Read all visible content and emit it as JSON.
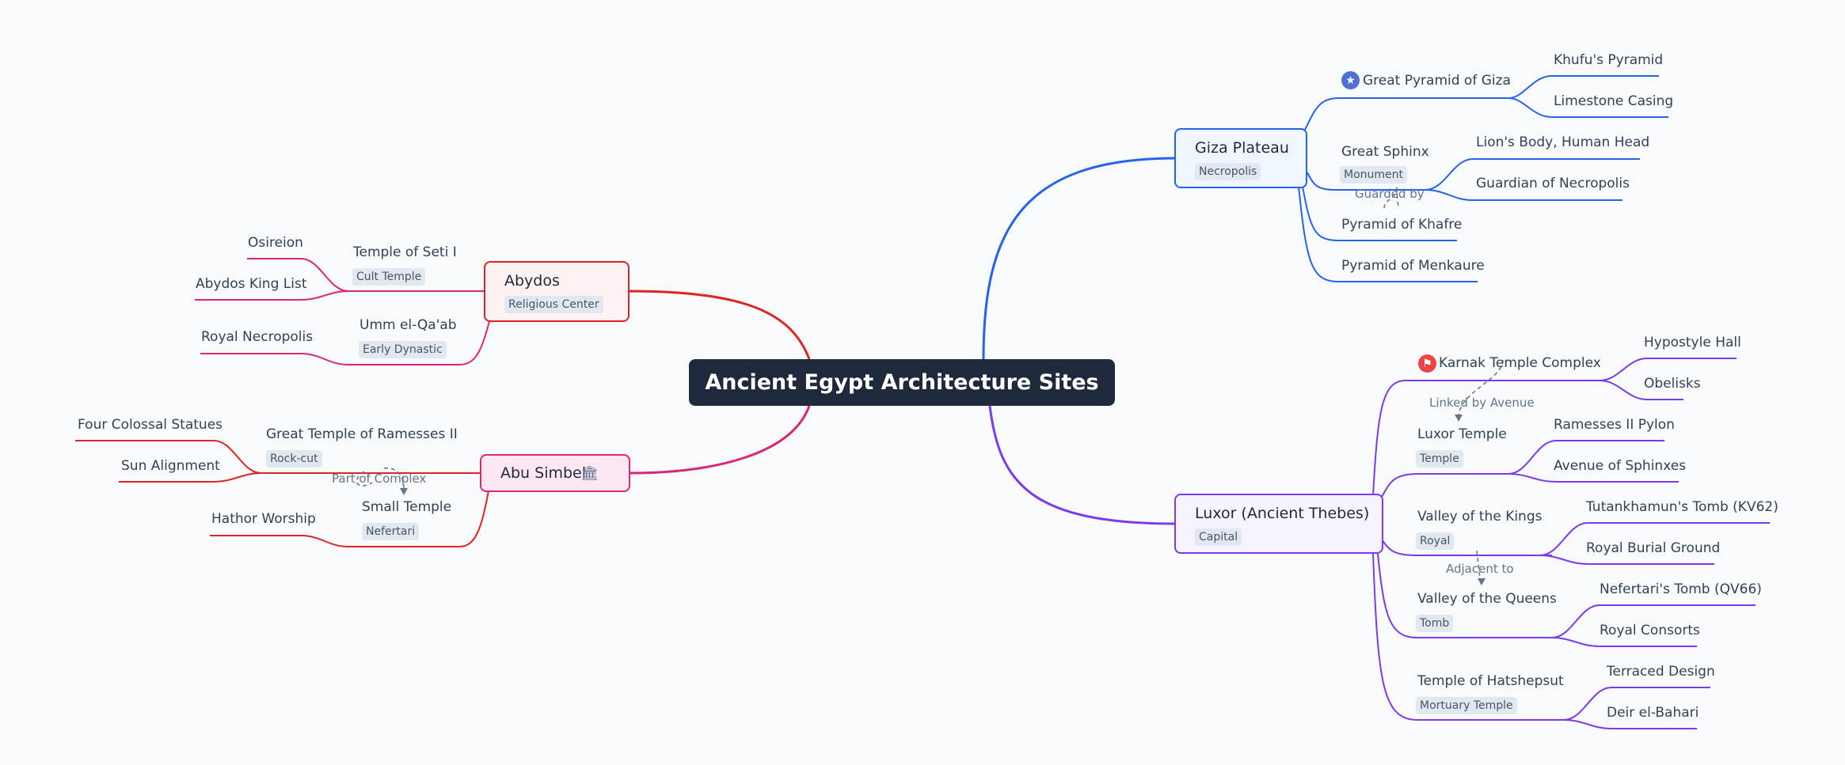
{
  "title": "Ancient Egypt Architecture Sites",
  "branches": {
    "giza": {
      "label": "Giza Plateau",
      "tag": "Necropolis",
      "color": "#2563eb"
    },
    "luxor": {
      "label": "Luxor (Ancient Thebes)",
      "tag": "Capital",
      "color": "#7c3aed"
    },
    "abydos": {
      "label": "Abydos",
      "tag": "Religious Center",
      "color": "#dc2626"
    },
    "abusimbel": {
      "label": "Abu Simbel",
      "tag": "",
      "color": "#db2777"
    }
  },
  "nodes": {
    "great_pyramid": "Great Pyramid of Giza",
    "khufu": "Khufu's Pyramid",
    "casing": "Limestone Casing",
    "sphinx": "Great Sphinx",
    "sphinx_tag": "Monument",
    "lion": "Lion's Body, Human Head",
    "guardian": "Guardian of Necropolis",
    "khafre": "Pyramid of Khafre",
    "menkaure": "Pyramid of Menkaure",
    "karnak": "Karnak Temple Complex",
    "hypostyle": "Hypostyle Hall",
    "obelisks": "Obelisks",
    "luxor_temple": "Luxor Temple",
    "luxor_temple_tag": "Temple",
    "pylon": "Ramesses II Pylon",
    "avenue": "Avenue of Sphinxes",
    "kings": "Valley of the Kings",
    "kings_tag": "Royal",
    "tut": "Tutankhamun's Tomb (KV62)",
    "royal_burial": "Royal Burial Ground",
    "queens": "Valley of the Queens",
    "queens_tag": "Tomb",
    "nefertari_tomb": "Nefertari's Tomb (QV66)",
    "consorts": "Royal Consorts",
    "hatshepsut": "Temple of Hatshepsut",
    "hatshepsut_tag": "Mortuary Temple",
    "terraced": "Terraced Design",
    "deir": "Deir el-Bahari",
    "seti": "Temple of Seti I",
    "seti_tag": "Cult Temple",
    "osireion": "Osireion",
    "kinglist": "Abydos King List",
    "umm": "Umm el-Qa'ab",
    "umm_tag": "Early Dynastic",
    "royal_necropolis": "Royal Necropolis",
    "ramesses": "Great Temple of Ramesses II",
    "ramesses_tag": "Rock-cut",
    "colossal": "Four Colossal Statues",
    "sun": "Sun Alignment",
    "small_temple": "Small Temple",
    "small_temple_tag": "Nefertari",
    "hathor": "Hathor Worship"
  },
  "relations": {
    "guarded_by": "Guarded by",
    "linked_by": "Linked by Avenue",
    "adjacent": "Adjacent to",
    "part_of": "Part of Complex"
  },
  "icons": {
    "great_pyramid": "star-icon",
    "karnak": "flag-icon",
    "abusimbel": "temple-icon"
  }
}
